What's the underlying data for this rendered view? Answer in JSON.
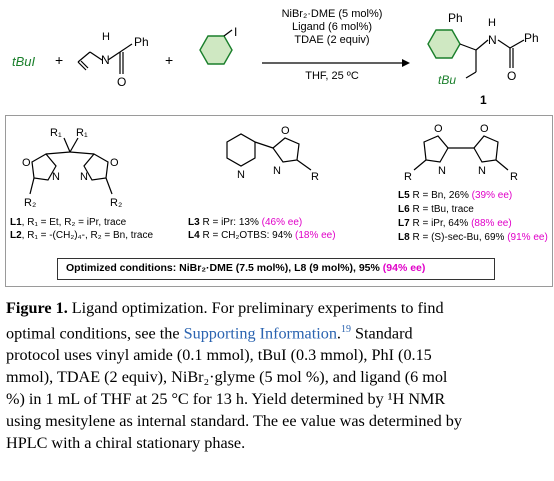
{
  "reaction": {
    "reagent1": "tBuI",
    "plus": "+",
    "reagent2_label": "Ph",
    "reagent3_label": "I",
    "conditions": [
      "NiBr₂·DME (5 mol%)",
      "Ligand (6 mol%)",
      "TDAE (2 equiv)"
    ],
    "solvent": "THF, 25 ºC",
    "product_labels": [
      "Ph",
      "H",
      "N",
      "Ph",
      "tBu"
    ],
    "product_number": "1"
  },
  "ligands": {
    "L1": {
      "id": "L1",
      "text": ", R₁ = Et, R₂ = iPr, trace"
    },
    "L2": {
      "id": "L2",
      "text": ", R₁ = -(CH₂)₄-, R₂ = Bn, trace"
    },
    "L3": {
      "id": "L3",
      "text": " R = iPr: 13% ",
      "ee": "(46% ee)"
    },
    "L4": {
      "id": "L4",
      "text": " R = CH₂OTBS: 94% ",
      "ee": "(18% ee)"
    },
    "L5": {
      "id": "L5",
      "text": " R = Bn, 26% ",
      "ee": "(39% ee)"
    },
    "L6": {
      "id": "L6",
      "text": " R = tBu, trace",
      "ee": ""
    },
    "L7": {
      "id": "L7",
      "text": " R = iPr, 64% ",
      "ee": "(88% ee)"
    },
    "L8": {
      "id": "L8",
      "text": " R = (S)-sec-Bu, 69% ",
      "ee": "(91% ee)"
    }
  },
  "structure_labels": {
    "R1": "R₁",
    "R2": "R₂",
    "O": "O",
    "N": "N",
    "R": "R"
  },
  "optimized": {
    "prefix": "Optimized conditions: NiBr₂·DME (7.5 mol%), L8 (9 mol%), 95% ",
    "ee": "(94% ee)"
  },
  "caption": {
    "figure_label": "Figure 1.",
    "lines": [
      " Ligand optimization. For preliminary experiments to find",
      "optimal conditions, see the ",
      "protocol uses vinyl amide (0.1 mmol), tBuI (0.3 mmol), PhI (0.15",
      "mmol), TDAE (2 equiv), NiBr₂·glyme (5 mol %), and ligand (6 mol",
      "%) in 1 mL of THF at 25 °C for 13 h. Yield determined by ¹H NMR",
      "using mesitylene as internal standard. The ee value was determined by",
      "HPLC with a chiral stationary phase."
    ],
    "link_text": "Supporting Information",
    "ref": "19",
    "line2_tail": " Standard"
  }
}
